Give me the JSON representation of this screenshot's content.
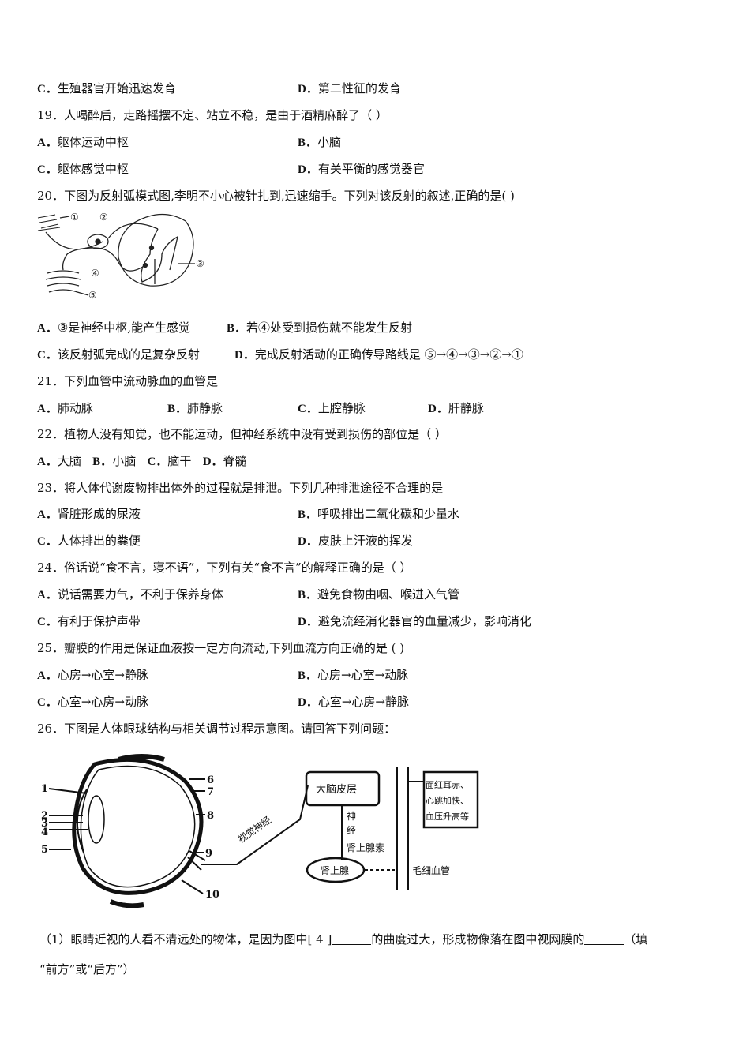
{
  "q18_tail": {
    "c": {
      "letter": "C．",
      "text": "生殖器官开始迅速发育"
    },
    "d": {
      "letter": "D．",
      "text": "第二性征的发育"
    }
  },
  "questions": [
    {
      "id": "19",
      "stem": "19．人喝醉后，走路摇摆不定、站立不稳，是由于酒精麻醉了（    ）",
      "options": [
        {
          "letter": "A．",
          "text": "躯体运动中枢"
        },
        {
          "letter": "B．",
          "text": "小脑"
        },
        {
          "letter": "C．",
          "text": "躯体感觉中枢"
        },
        {
          "letter": "D．",
          "text": "有关平衡的感觉器官"
        }
      ]
    },
    {
      "id": "20",
      "stem": "20．下图为反射弧模式图,李明不小心被针扎到,迅速缩手。下列对该反射的叙述,正确的是(      )",
      "figure_labels": [
        "①",
        "②",
        "③",
        "④",
        "⑤"
      ],
      "options": [
        {
          "letter": "A．",
          "text": "③是神经中枢,能产生感觉"
        },
        {
          "letter": "B．",
          "text": "若④处受到损伤就不能发生反射"
        },
        {
          "letter": "C．",
          "text": "该反射弧完成的是复杂反射"
        },
        {
          "letter": "D．",
          "text": "完成反射活动的正确传导路线是 ⑤→④→③→②→①"
        }
      ]
    },
    {
      "id": "21",
      "stem": "21．下列血管中流动脉血的血管是",
      "options": [
        {
          "letter": "A．",
          "text": "肺动脉"
        },
        {
          "letter": "B．",
          "text": "肺静脉"
        },
        {
          "letter": "C．",
          "text": "上腔静脉"
        },
        {
          "letter": "D．",
          "text": "肝静脉"
        }
      ]
    },
    {
      "id": "22",
      "stem": "22．植物人没有知觉，也不能运动，但神经系统中没有受到损伤的部位是（    ）",
      "options": [
        {
          "letter": "A．",
          "text": "大脑"
        },
        {
          "letter": "B．",
          "text": "小脑"
        },
        {
          "letter": "C．",
          "text": "脑干"
        },
        {
          "letter": "D．",
          "text": "脊髓"
        }
      ]
    },
    {
      "id": "23",
      "stem": "23．将人体代谢废物排出体外的过程就是排泄。下列几种排泄途径不合理的是",
      "options": [
        {
          "letter": "A．",
          "text": "肾脏形成的尿液"
        },
        {
          "letter": "B．",
          "text": "呼吸排出二氧化碳和少量水"
        },
        {
          "letter": "C．",
          "text": "人体排出的粪便"
        },
        {
          "letter": "D．",
          "text": "皮肤上汗液的挥发"
        }
      ]
    },
    {
      "id": "24",
      "stem": "24．俗话说“食不言，寝不语”，下列有关“食不言”的解释正确的是（    ）",
      "options": [
        {
          "letter": "A．",
          "text": "说话需要力气，不利于保养身体"
        },
        {
          "letter": "B．",
          "text": "避免食物由咽、喉进入气管"
        },
        {
          "letter": "C．",
          "text": "有利于保护声带"
        },
        {
          "letter": "D．",
          "text": "避免流经消化器官的血量减少，影响消化"
        }
      ]
    },
    {
      "id": "25",
      "stem": "25．瓣膜的作用是保证血液按一定方向流动,下列血流方向正确的是 ( )",
      "options": [
        {
          "letter": "A．",
          "text": "心房→心室→静脉"
        },
        {
          "letter": "B．",
          "text": "心房→心室→动脉"
        },
        {
          "letter": "C．",
          "text": "心室→心房→动脉"
        },
        {
          "letter": "D．",
          "text": "心室→心房→静脉"
        }
      ]
    },
    {
      "id": "26",
      "stem": "26．下图是人体眼球结构与相关调节过程示意图。请回答下列问题：",
      "figure": {
        "eye_labels": [
          "1",
          "2",
          "3",
          "4",
          "5",
          "6",
          "7",
          "8",
          "9",
          "10"
        ],
        "optic_nerve": "视觉神经",
        "cortex": "大脑皮层",
        "nerve": [
          "神",
          "经"
        ],
        "hormone": "肾上腺素",
        "gland": "肾上腺",
        "capillary": "毛细血管",
        "effects": [
          "面红耳赤、",
          "心跳加快、",
          "血压升高等"
        ]
      },
      "sub1": {
        "part1": "（1）眼睛近视的人看不清远处的物体，是因为图中[ 4 ]",
        "part2": "的曲度过大，形成物像落在图中视网膜的",
        "part3": "（填",
        "line2": "“前方”或“后方”）"
      }
    }
  ]
}
